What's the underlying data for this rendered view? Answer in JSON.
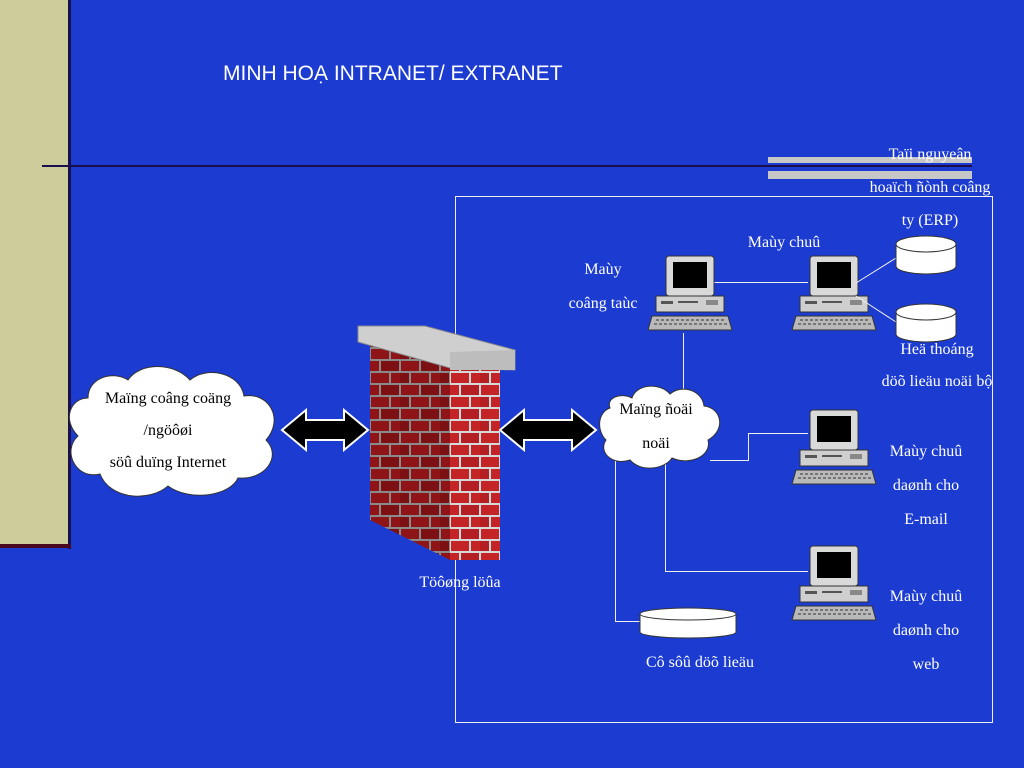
{
  "title": "MINH HOẠ INTRANET/ EXTRANET",
  "labels": {
    "erp": [
      "Taïi nguyeân",
      "hoaïch ñònh coâng",
      "ty (ERP)"
    ],
    "main_server": "Maùy chuû",
    "workstation": [
      "Maùy",
      "coâng taùc"
    ],
    "internal_db": [
      "Heä thoáng",
      "döõ lieäu noäi bộ"
    ],
    "public_net": [
      "Maïng coâng coäng",
      "/ngöôøi",
      "söû duïng Internet"
    ],
    "internal_net": [
      "Maïng ñoäi",
      "noäi"
    ],
    "mail_server": [
      "Maùy chuû",
      "daønh cho",
      "E-mail"
    ],
    "firewall": "Töôøng löûa",
    "web_server": [
      "Maùy chuû",
      "daønh cho",
      "web"
    ],
    "database": "Cô sôû döõ lieäu"
  },
  "colors": {
    "background": "#1b3bd1",
    "side_panel": "#cdcd9c",
    "brick": "#c42426",
    "mortar": "#d8d8d8"
  }
}
